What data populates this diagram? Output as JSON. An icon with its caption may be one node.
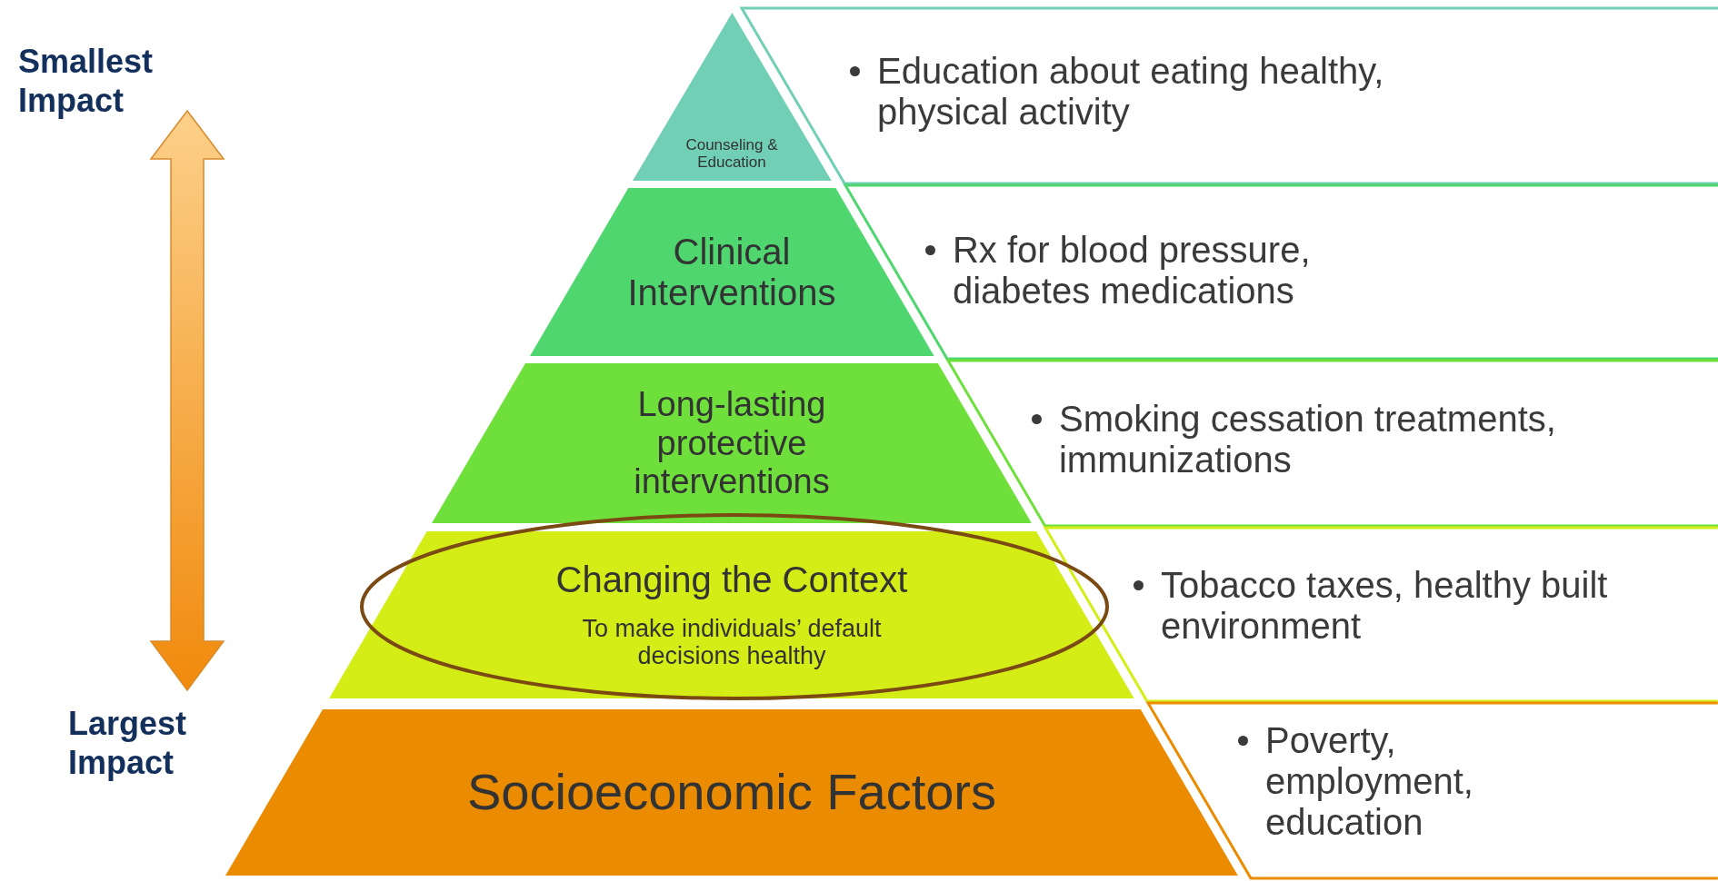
{
  "diagram": {
    "nodes": [
      {
        "text": [
          "Counseling & Education"
        ]
      },
      {
        "text": [
          "Clinical Interventions"
        ]
      },
      {
        "text": [
          "Long-lasting protective interventions"
        ]
      },
      {
        "text": [
          "Changing the Context",
          "To make individuals’ default decisions healthy"
        ]
      },
      {
        "text": [
          "Socioeconomic Factors"
        ]
      },
      {
        "text": [
          "Education about eating healthy, physical activity"
        ]
      },
      {
        "text": [
          "Rx for blood pressure, diabetes medications"
        ]
      },
      {
        "text": [
          "Smoking cessation treatments, immunizations"
        ]
      },
      {
        "text": [
          "Tobacco taxes, healthy built environment"
        ]
      },
      {
        "text": [
          "Poverty, employment, education"
        ]
      }
    ],
    "labels": [
      "Smallest Impact",
      "Largest Impact"
    ]
  }
}
